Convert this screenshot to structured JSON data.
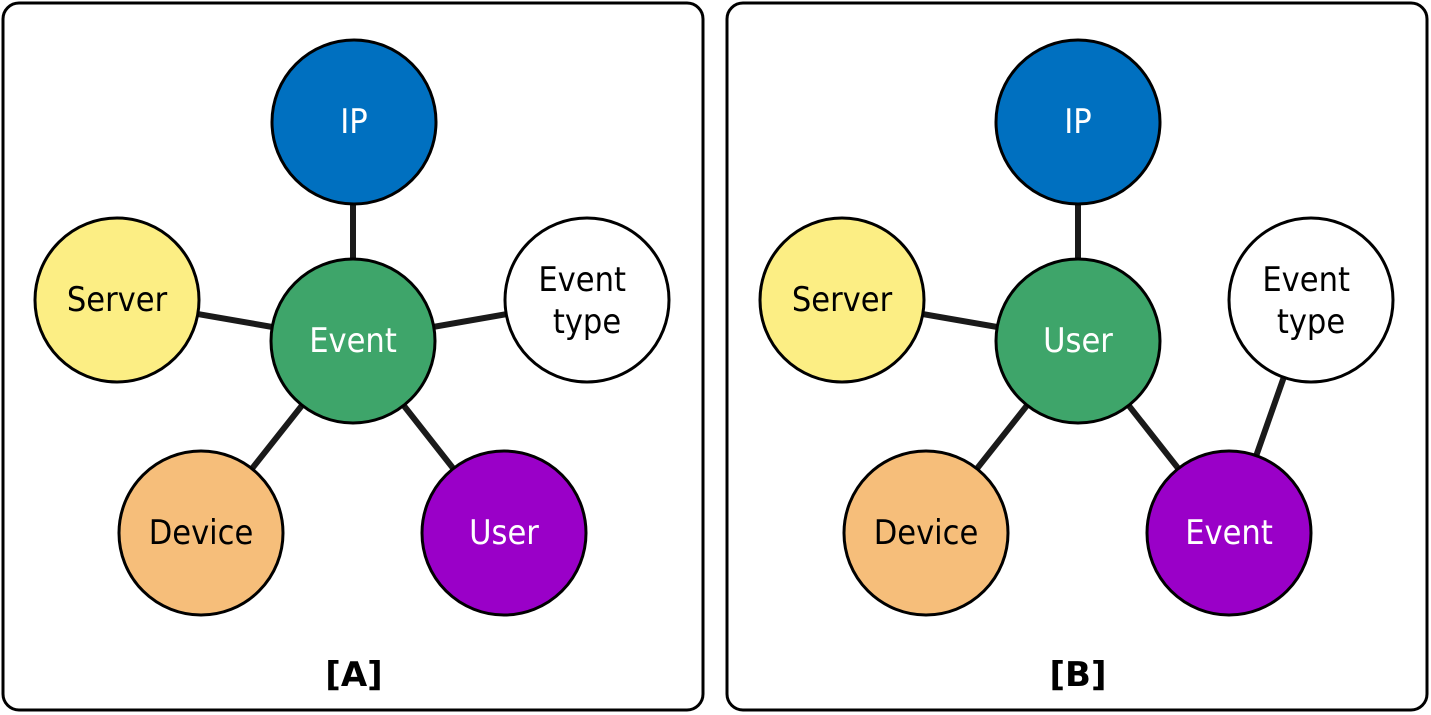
{
  "colors": {
    "ip": "#0070C0",
    "server": "#FCEE84",
    "event_type": "#FFFFFF",
    "center": "#3EA56A",
    "device": "#F6BE7A",
    "purple": "#9A00C8",
    "edge": "#1a1a1a",
    "dark_text": "#000000",
    "light_text": "#FFFFFF"
  },
  "panels": [
    {
      "caption": "[A]",
      "nodes": [
        {
          "id": "ip",
          "label": "IP",
          "color": "#0070C0",
          "text_color": "#FFFFFF"
        },
        {
          "id": "server",
          "label": "Server",
          "color": "#FCEE84",
          "text_color": "#000000"
        },
        {
          "id": "center",
          "label": "Event",
          "color": "#3EA56A",
          "text_color": "#FFFFFF"
        },
        {
          "id": "event-type",
          "label": "Event\ntype",
          "color": "#FFFFFF",
          "text_color": "#000000"
        },
        {
          "id": "device",
          "label": "Device",
          "color": "#F6BE7A",
          "text_color": "#000000"
        },
        {
          "id": "user",
          "label": "User",
          "color": "#9A00C8",
          "text_color": "#FFFFFF"
        }
      ],
      "edges": [
        [
          "center",
          "ip"
        ],
        [
          "center",
          "server"
        ],
        [
          "center",
          "event-type"
        ],
        [
          "center",
          "device"
        ],
        [
          "center",
          "user"
        ]
      ]
    },
    {
      "caption": "[B]",
      "nodes": [
        {
          "id": "ip",
          "label": "IP",
          "color": "#0070C0",
          "text_color": "#FFFFFF"
        },
        {
          "id": "server",
          "label": "Server",
          "color": "#FCEE84",
          "text_color": "#000000"
        },
        {
          "id": "center",
          "label": "User",
          "color": "#3EA56A",
          "text_color": "#FFFFFF"
        },
        {
          "id": "event-type",
          "label": "Event\ntype",
          "color": "#FFFFFF",
          "text_color": "#000000"
        },
        {
          "id": "device",
          "label": "Device",
          "color": "#F6BE7A",
          "text_color": "#000000"
        },
        {
          "id": "event",
          "label": "Event",
          "color": "#9A00C8",
          "text_color": "#FFFFFF"
        }
      ],
      "edges": [
        [
          "center",
          "ip"
        ],
        [
          "center",
          "server"
        ],
        [
          "center",
          "device"
        ],
        [
          "center",
          "event"
        ],
        [
          "event",
          "event-type"
        ]
      ]
    }
  ]
}
